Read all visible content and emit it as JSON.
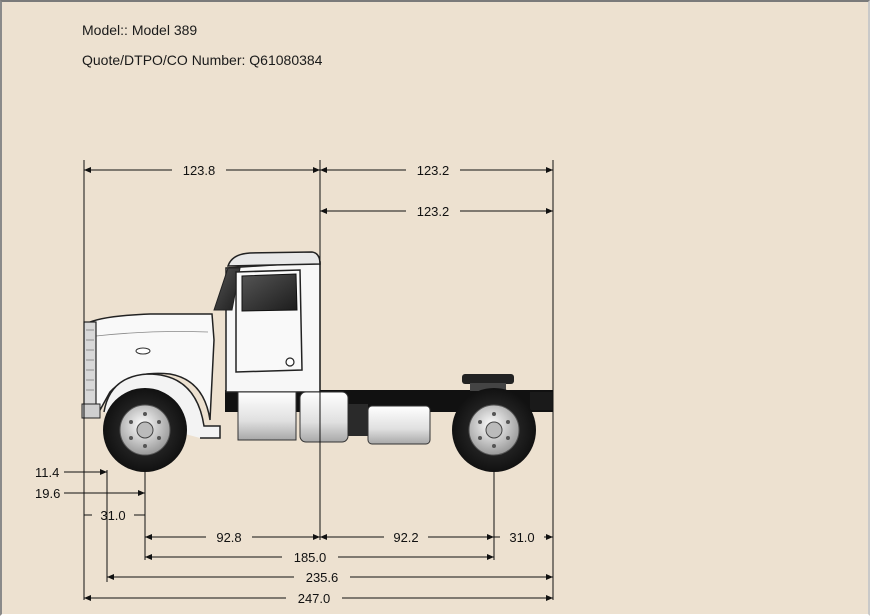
{
  "header": {
    "model_label": "Model::",
    "model_value": "Model 389",
    "quote_label": "Quote/DTPO/CO Number:",
    "quote_value": "Q61080384"
  },
  "dimensions": {
    "top_left": "123.8",
    "top_right": "123.2",
    "top_right_second": "123.2",
    "left_11_4": "11.4",
    "left_19_6": "19.6",
    "left_31_0": "31.0",
    "mid_92_8": "92.8",
    "mid_92_2": "92.2",
    "right_31_0": "31.0",
    "wheelbase_185_0": "185.0",
    "overall_235_6": "235.6",
    "overall_247_0": "247.0"
  }
}
